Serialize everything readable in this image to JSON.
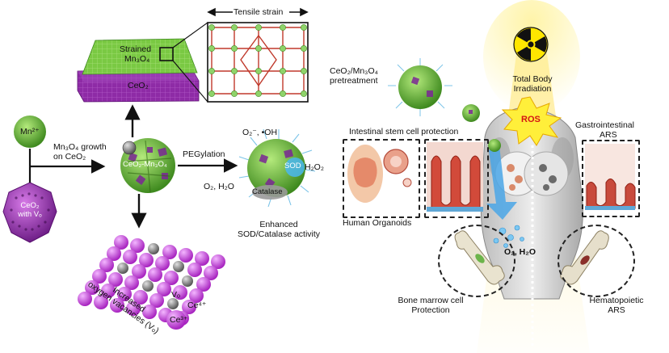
{
  "labels": {
    "tensile_strain": "Tensile strain",
    "strained_line1": "Strained",
    "strained_line2": "Mn₃O₄",
    "ceo2_slab": "CeO₂",
    "mn_ion": "Mn²⁺",
    "ceo2_vo_line1": "CeO₂",
    "ceo2_vo_line2": "with Vₒ",
    "growth_line1": "Mn₃O₄ growth",
    "growth_line2": "on CeO₂",
    "core_label": "CeO₂-Mn₃O₄",
    "pegylation": "PEGylation",
    "radicals": "O₂⁻, •OH",
    "o2_h2o_left": "O₂, H₂O",
    "sod": "SOD",
    "h2o2": "H₂O₂",
    "catalase": "Catalase",
    "enhanced_line1": "Enhanced",
    "enhanced_line2": "SOD/Catalase activity",
    "oxv_line1": "Increased",
    "oxv_line2": "oxygen vacancies (Vₒ)",
    "lattice_vo": "Vₒ",
    "lattice_ce4": "Ce⁴⁺",
    "lattice_ce3": "Ce³⁺",
    "pretreat_line1": "CeO₂/Mn₃O₄",
    "pretreat_line2": "pretreatment",
    "tbi_line1": "Total Body",
    "tbi_line2": "Irradiation",
    "ros": "ROS",
    "isc": "Intestinal stem cell protection",
    "gi_line1": "Gastrointestinal",
    "gi_line2": "ARS",
    "organoids": "Human Organoids",
    "o2_h2o_right": "O₂, H₂O",
    "bm_line1": "Bone marrow cell",
    "bm_line2": "Protection",
    "hema_line1": "Hematopoietic",
    "hema_line2": "ARS"
  },
  "colors": {
    "ceo2_purple": "#8e2ba6",
    "mn3o4_green": "#7ac943",
    "lattice_purple": "#c446d6",
    "vacancy_gray": "#777777",
    "ros_red": "#e02020",
    "glow_yellow": "#ffe066",
    "strain_red": "#c0392b"
  },
  "icons": [
    "radiation-icon",
    "ros-burst-icon",
    "arrow-icon",
    "bone-icon",
    "intestine-icon",
    "human-torso-icon"
  ]
}
